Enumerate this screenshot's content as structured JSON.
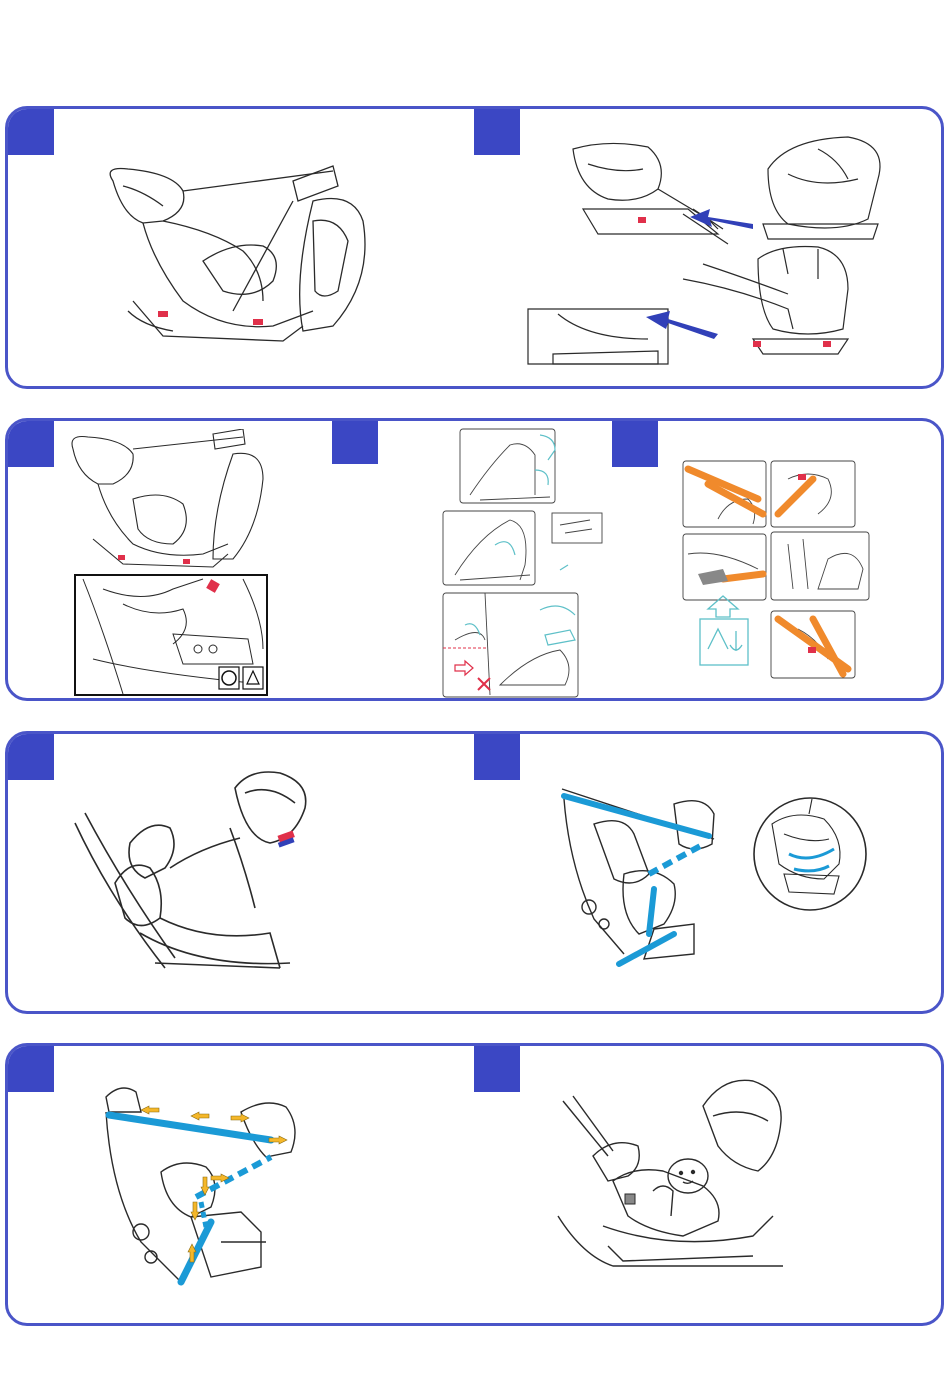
{
  "colors": {
    "frame": "#4a55c8",
    "tab": "#3b47c4",
    "belt_blue": "#1b9ad6",
    "belt_orange": "#f08a2c",
    "arrow_yellow": "#f5b729",
    "teal_line": "#5ec0c8",
    "arrow_navy": "#3140b8",
    "warning_red": "#e0304a",
    "line": "#2a2a2a"
  },
  "panels": [
    {
      "id": "row1",
      "steps": [
        "step-1",
        "step-2"
      ]
    },
    {
      "id": "row2",
      "steps": [
        "step-3",
        "step-4",
        "step-5"
      ]
    },
    {
      "id": "row3",
      "steps": [
        "step-6",
        "step-7"
      ]
    },
    {
      "id": "row4",
      "steps": [
        "step-8",
        "step-9"
      ]
    }
  ],
  "icons": [
    "car-seat-isofix-icon",
    "isofix-anchor-icon",
    "top-tether-icon",
    "arrow-icon",
    "x-mark-icon"
  ]
}
